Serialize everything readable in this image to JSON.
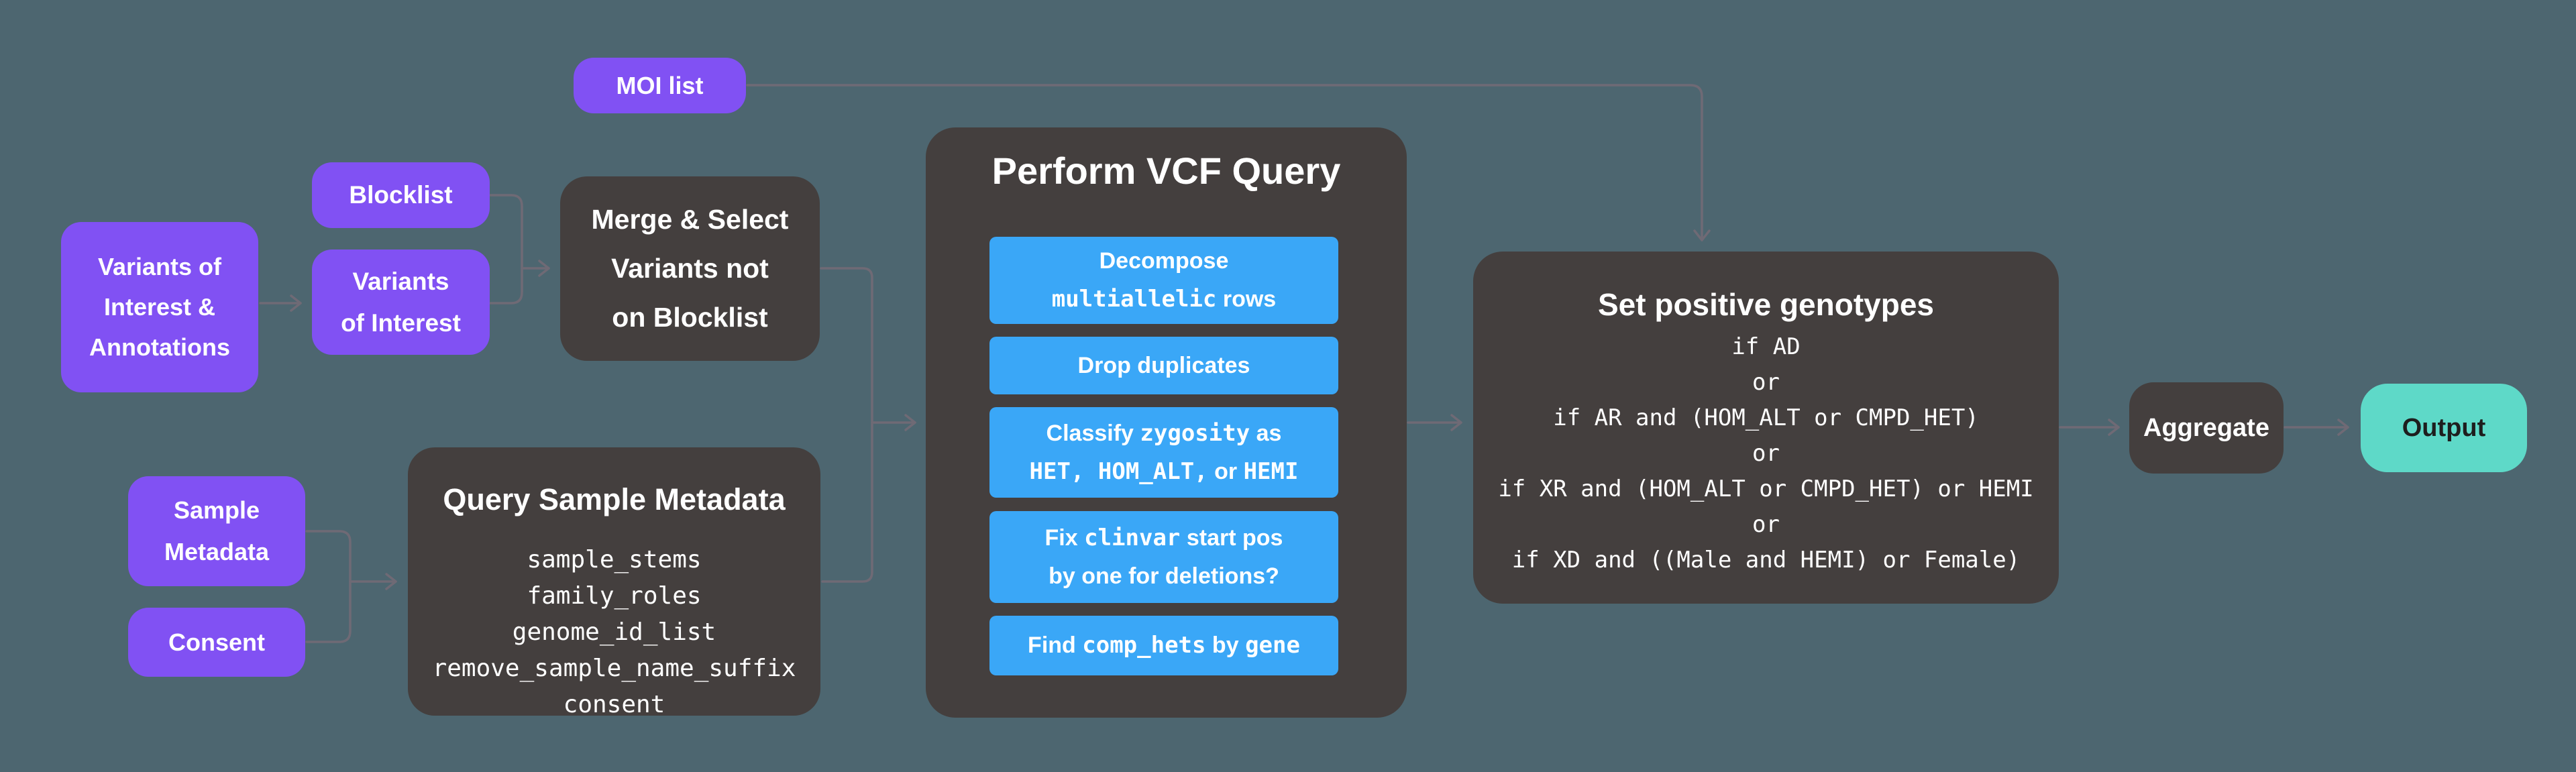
{
  "diagram": {
    "title_hint": "VCF query pipeline flowchart",
    "colors": {
      "background": "#4D6670",
      "input_node": "#8151F3",
      "process_node": "#443F3E",
      "step_node": "#3AA7F7",
      "output_node": "#5ED9C8",
      "connector": "#6F6A75",
      "text_light": "#FFFFFF",
      "text_dark": "#1E1E1E"
    },
    "nodes": {
      "moi_list": {
        "label": "MOI list"
      },
      "blocklist": {
        "label": "Blocklist"
      },
      "variants_of_interest": {
        "lines": [
          "Variants",
          "of Interest"
        ]
      },
      "voi_annotations": {
        "lines": [
          "Variants of",
          "Interest &",
          "Annotations"
        ]
      },
      "merge_select": {
        "lines": [
          "Merge & Select",
          "Variants not",
          "on Blocklist"
        ]
      },
      "sample_metadata": {
        "lines": [
          "Sample",
          "Metadata"
        ]
      },
      "consent": {
        "label": "Consent"
      },
      "vcf_query": {
        "title": "Perform VCF Query",
        "steps": [
          {
            "lines": [
              [
                {
                  "t": "Decompose"
                }
              ],
              [
                {
                  "t": "multiallelic",
                  "mono": true
                },
                {
                  "t": " rows"
                }
              ]
            ]
          },
          {
            "lines": [
              [
                {
                  "t": "Drop duplicates"
                }
              ]
            ]
          },
          {
            "lines": [
              [
                {
                  "t": "Classify "
                },
                {
                  "t": "zygosity",
                  "mono": true
                },
                {
                  "t": " as"
                }
              ],
              [
                {
                  "t": "HET, HOM_ALT,",
                  "mono": true
                },
                {
                  "t": " or "
                },
                {
                  "t": "HEMI",
                  "mono": true
                }
              ]
            ]
          },
          {
            "lines": [
              [
                {
                  "t": "Fix "
                },
                {
                  "t": "clinvar",
                  "mono": true
                },
                {
                  "t": " start pos"
                }
              ],
              [
                {
                  "t": "by one for deletions?"
                }
              ]
            ]
          },
          {
            "lines": [
              [
                {
                  "t": "Find "
                },
                {
                  "t": "comp_hets",
                  "mono": true
                },
                {
                  "t": " by "
                },
                {
                  "t": "gene",
                  "mono": true
                }
              ]
            ]
          }
        ]
      },
      "query_sample_metadata": {
        "title": "Query Sample Metadata",
        "params": [
          "sample_stems",
          "family_roles",
          "genome_id_list",
          "remove_sample_name_suffix",
          "consent"
        ]
      },
      "set_positive_genotypes": {
        "title": "Set positive genotypes",
        "rules": [
          "if AD",
          "or",
          "if AR and (HOM_ALT or CMPD_HET)",
          "or",
          "if XR and (HOM_ALT or CMPD_HET) or HEMI",
          "or",
          "if XD and ((Male and HEMI) or Female)"
        ]
      },
      "aggregate": {
        "label": "Aggregate"
      },
      "output": {
        "label": "Output"
      }
    },
    "edges": [
      {
        "from": "voi_annotations",
        "to": "variants_of_interest"
      },
      {
        "from": "blocklist",
        "to": "merge_select"
      },
      {
        "from": "variants_of_interest",
        "to": "merge_select"
      },
      {
        "from": "moi_list",
        "to": "set_positive_genotypes"
      },
      {
        "from": "merge_select",
        "to": "vcf_query"
      },
      {
        "from": "query_sample_metadata",
        "to": "vcf_query"
      },
      {
        "from": "sample_metadata",
        "to": "query_sample_metadata"
      },
      {
        "from": "consent",
        "to": "query_sample_metadata"
      },
      {
        "from": "vcf_query",
        "to": "set_positive_genotypes"
      },
      {
        "from": "set_positive_genotypes",
        "to": "aggregate"
      },
      {
        "from": "aggregate",
        "to": "output"
      }
    ]
  }
}
